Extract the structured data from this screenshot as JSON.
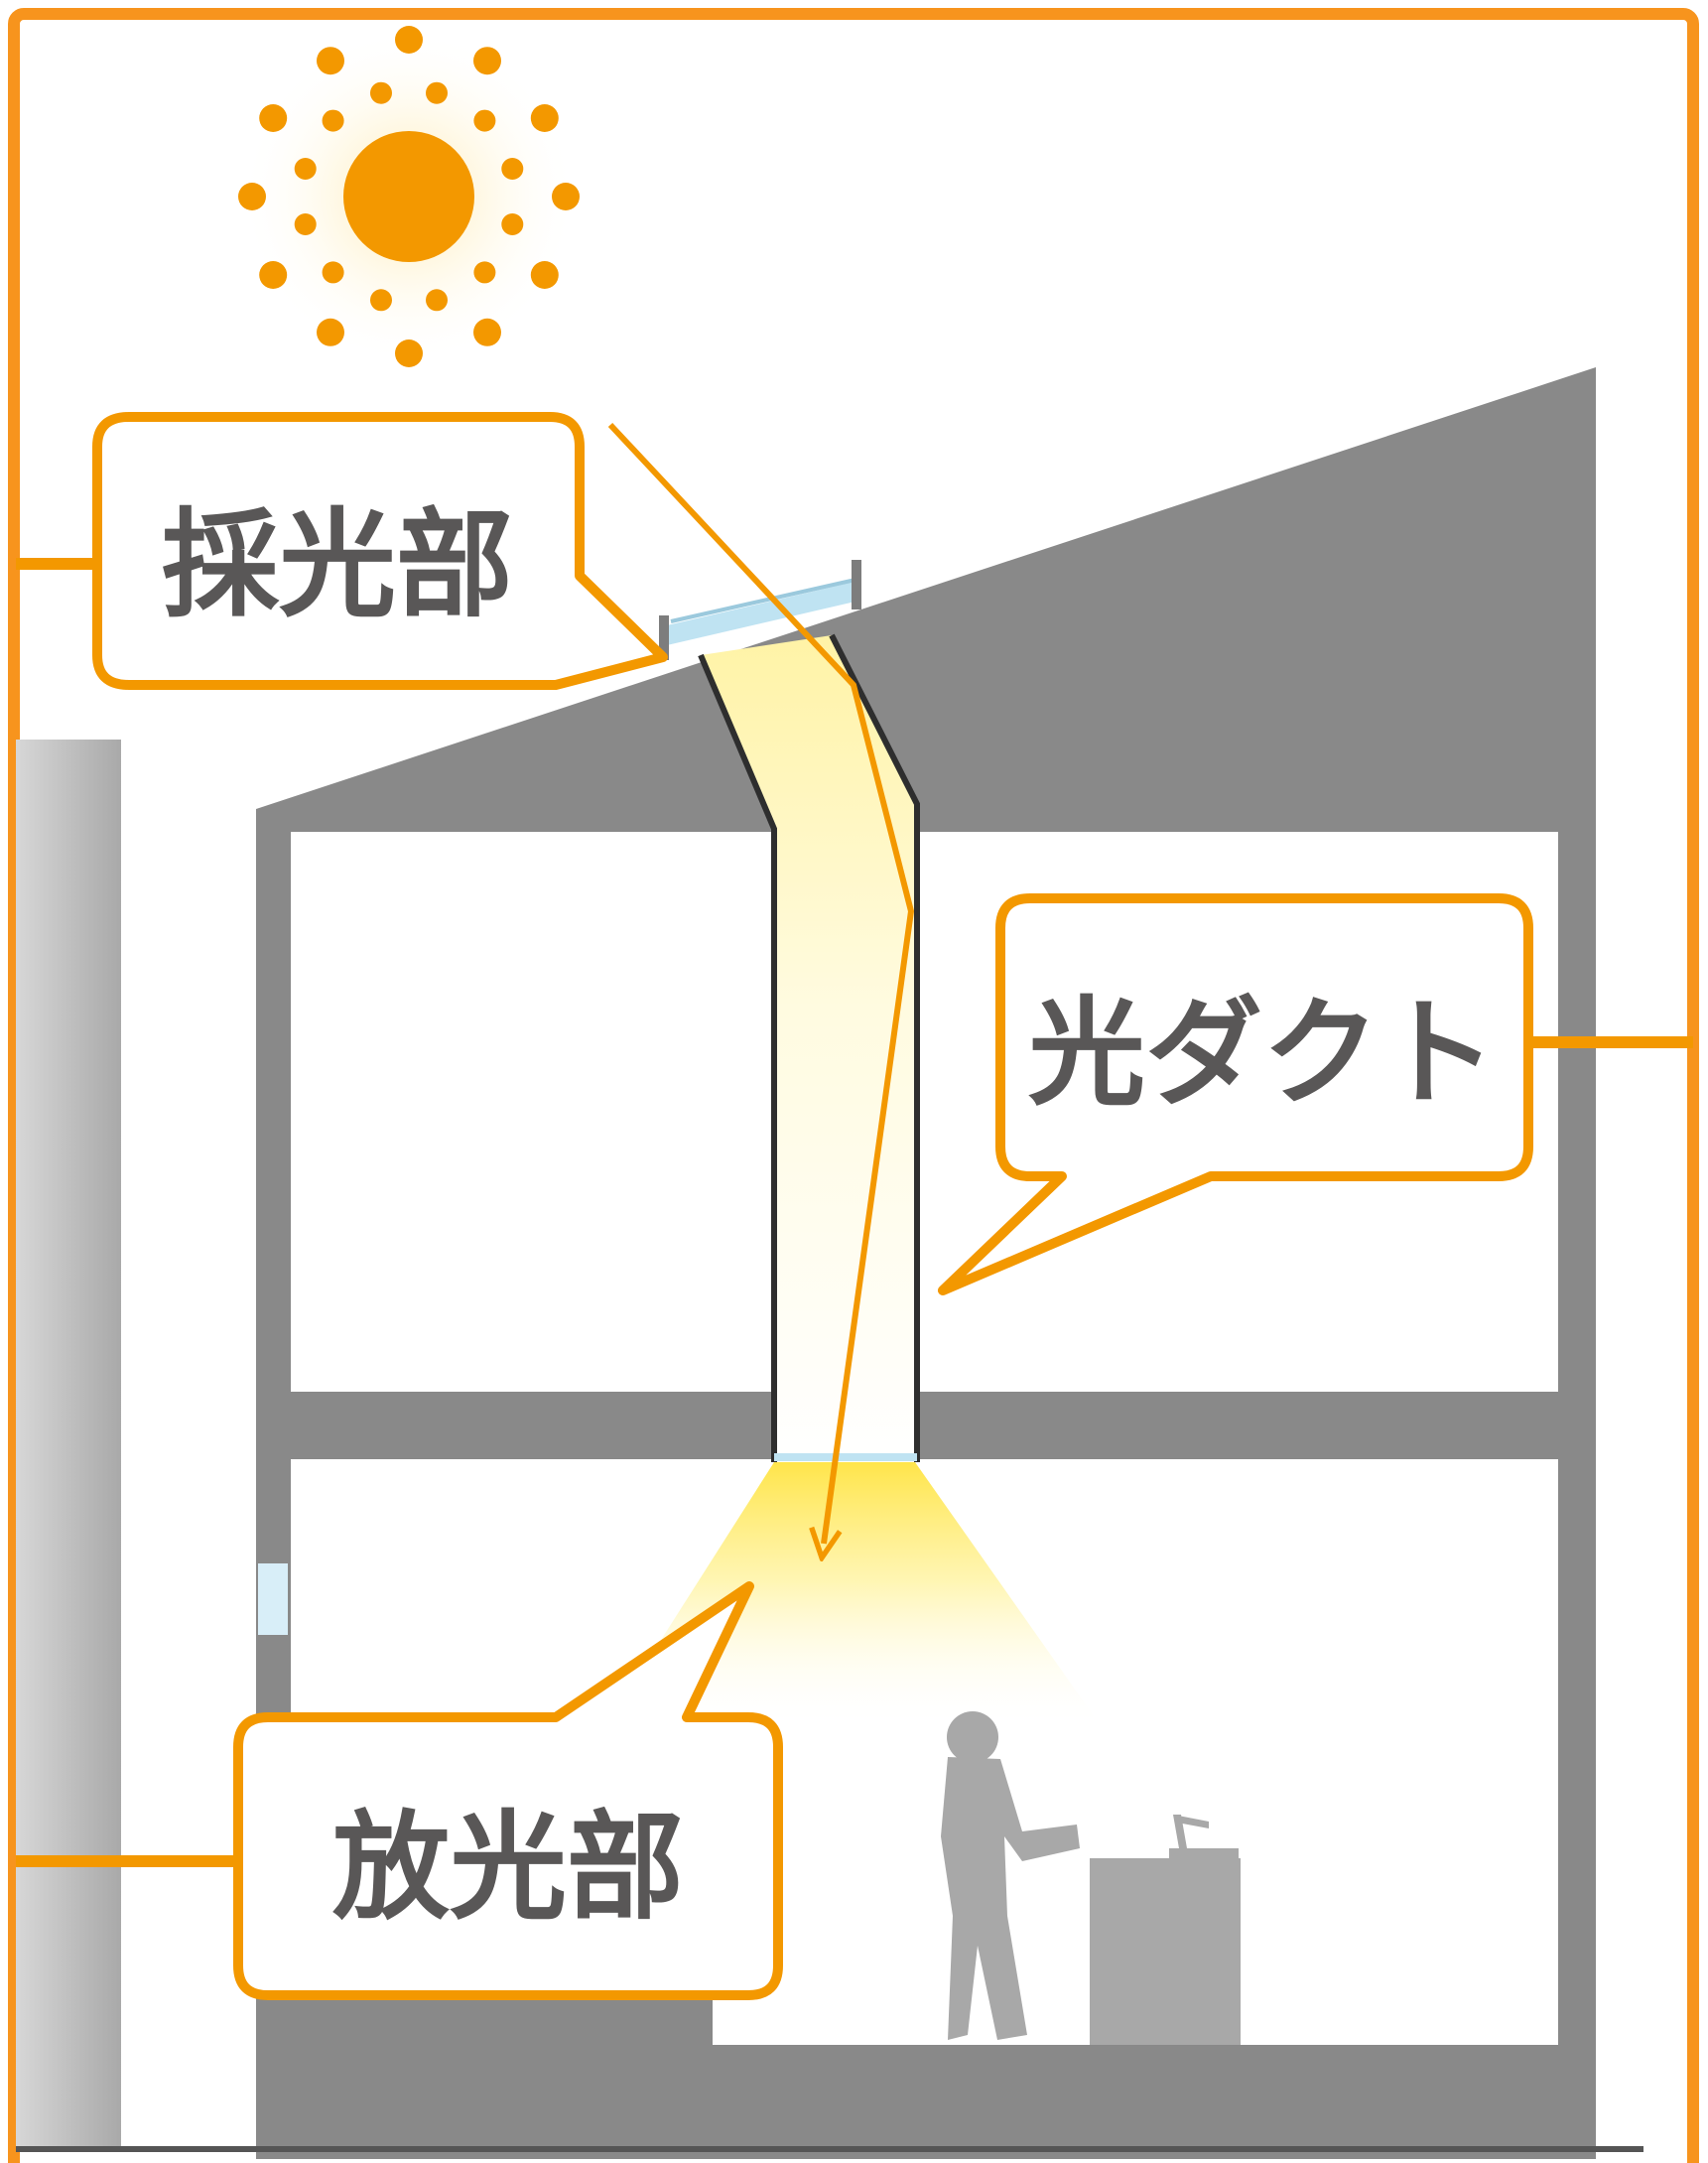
{
  "labels": {
    "lighting_part": "採光部",
    "light_duct": "光ダクト",
    "emitting_part": "放光部"
  },
  "colors": {
    "accent": "#F39800",
    "frame": "#F7941D",
    "building": "#898989",
    "wall_left": "#BDBDBD",
    "glass": "#BFE3F2",
    "light": "#FFEF7A",
    "text": "#595757"
  },
  "icons": {
    "sun": "sun-icon",
    "person": "person-icon"
  }
}
